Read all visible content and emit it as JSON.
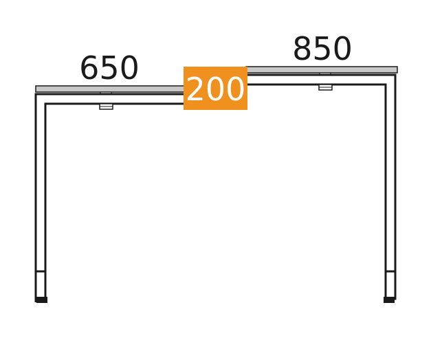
{
  "dimensions": {
    "left_depth": "650",
    "right_depth": "850",
    "overlap": "200"
  },
  "colors": {
    "frame": "#1a1a1a",
    "top_fill": "#c8c8c8",
    "badge": "#f0901e",
    "badge_text": "#ffffff",
    "label": "#1a1a1a",
    "background": "#ffffff"
  }
}
